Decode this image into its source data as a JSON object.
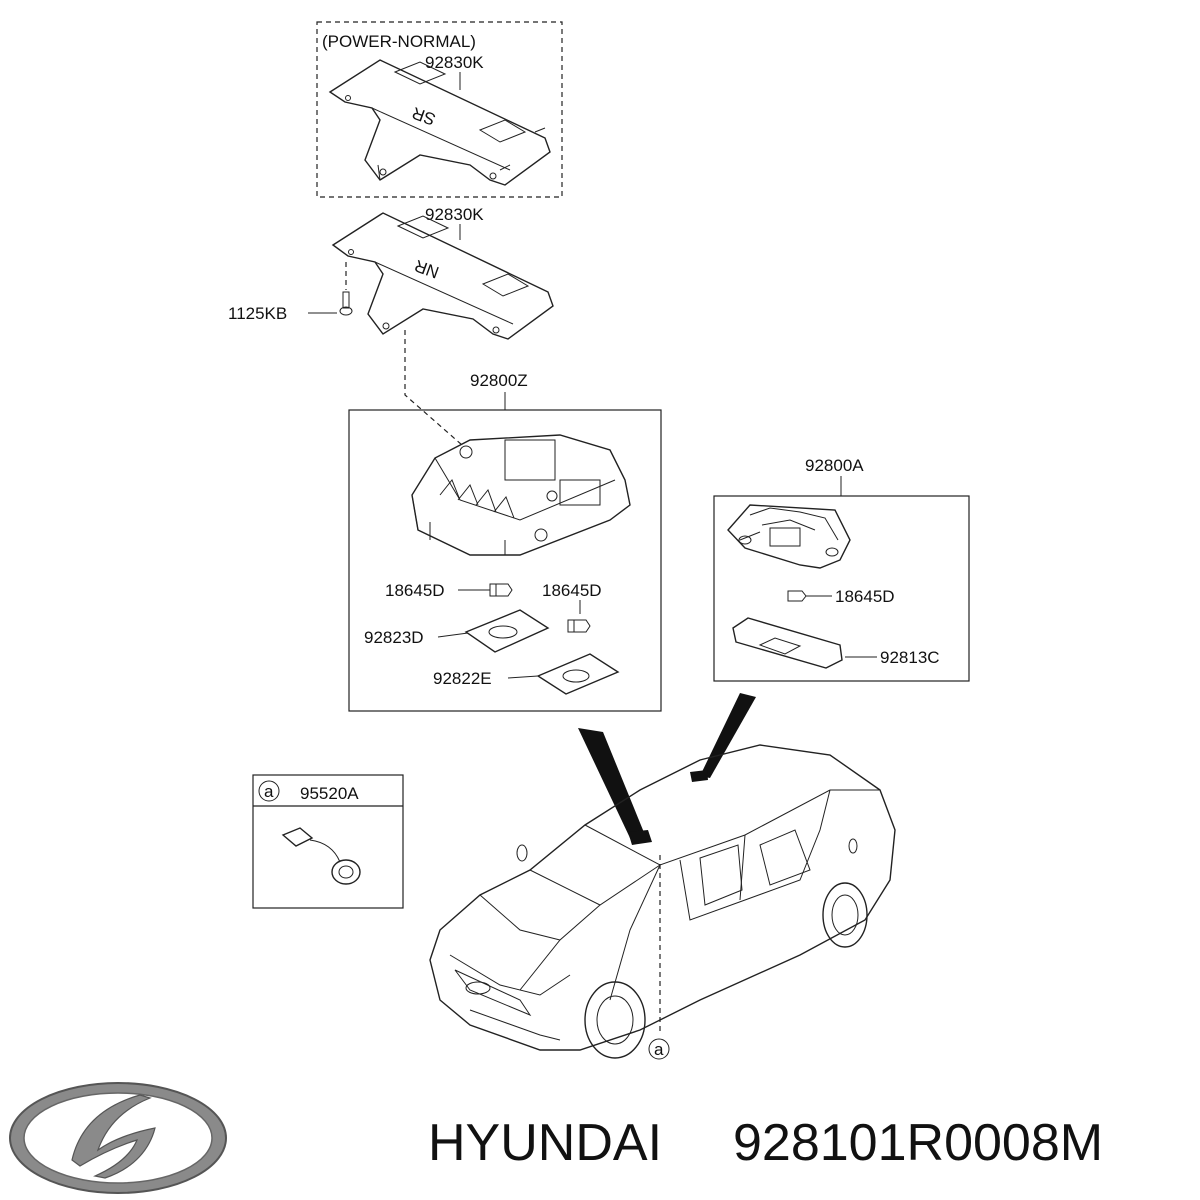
{
  "labels": {
    "power_normal": "(POWER-NORMAL)",
    "cover_sr": "92830K",
    "cover_nr": "92830K",
    "bolt": "1125KB",
    "lamp_main": "92800Z",
    "bulb_left": "18645D",
    "bulb_right": "18645D",
    "lens_1": "92823D",
    "lens_2": "92822E",
    "lamp_room": "92800A",
    "bulb_room": "18645D",
    "lens_room": "92813C",
    "connector_callout": "a",
    "connector_part": "95520A",
    "car_callout": "a",
    "stamp_sr": "SR",
    "stamp_nr": "NR"
  },
  "footer": {
    "brand": "HYUNDAI",
    "part_number": "928101R0008M"
  }
}
